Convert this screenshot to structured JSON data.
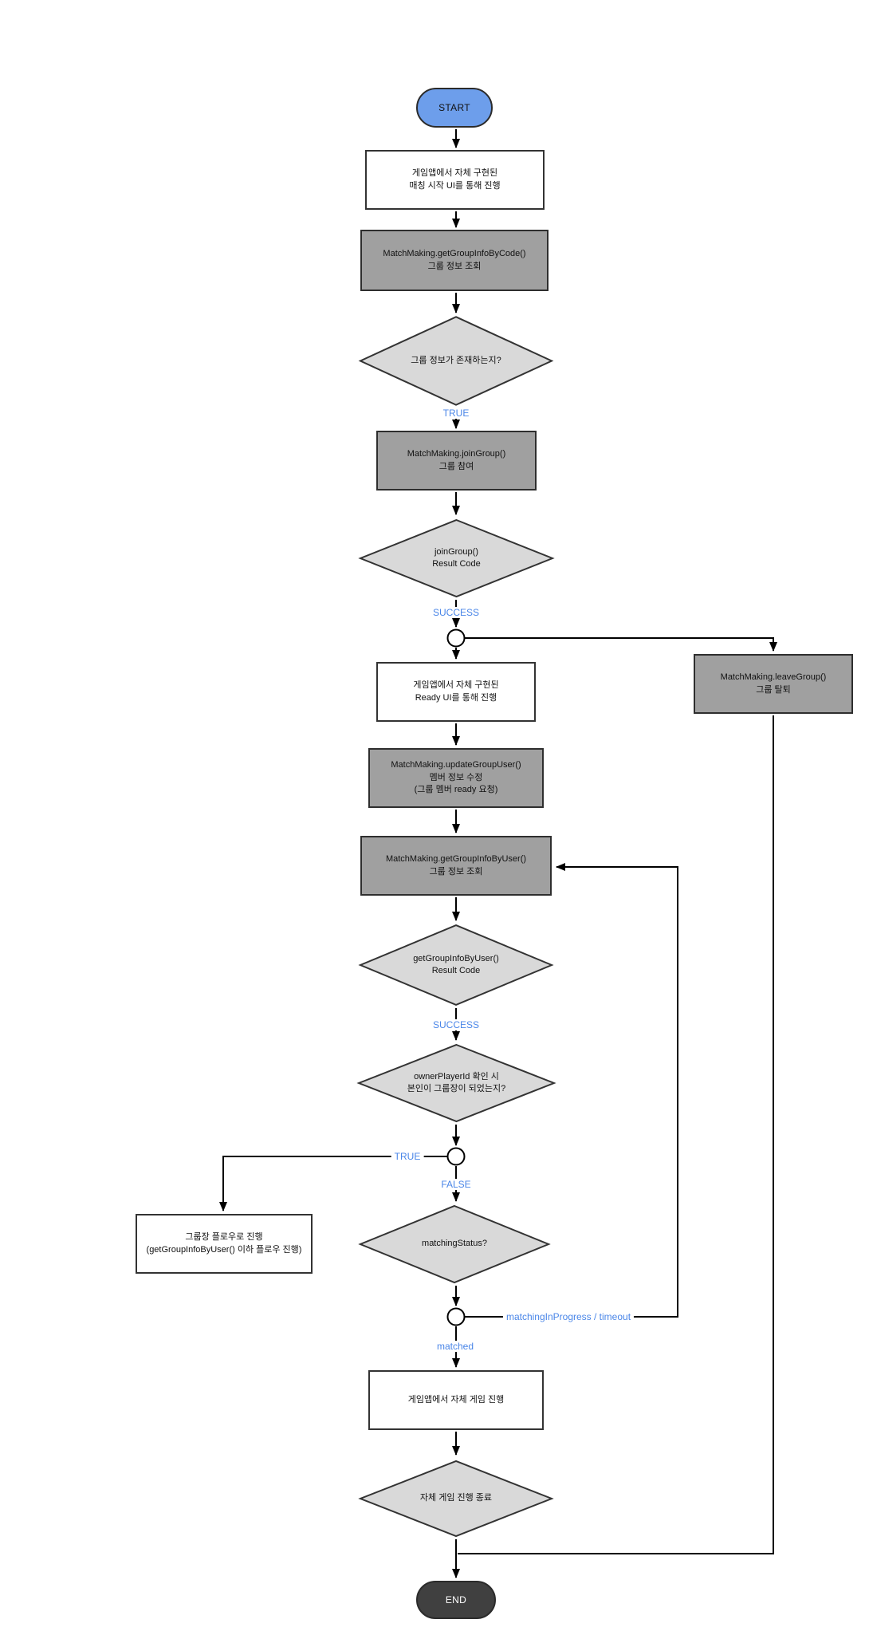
{
  "diagram": {
    "terminals": {
      "start": "START",
      "end": "END"
    },
    "nodes": {
      "matching_start_ui": "게임앱에서 자체 구현된\n매칭 시작 UI를 통해 진행",
      "get_group_info_by_code": "MatchMaking.getGroupInfoByCode()\n그룹 정보 조회",
      "group_info_exists": "그룹 정보가 존재하는지?",
      "join_group": "MatchMaking.joinGroup()\n그룹 참여",
      "join_group_result": "joinGroup()\nResult Code",
      "leave_group": "MatchMaking.leaveGroup()\n그룹 탈퇴",
      "ready_ui": "게임앱에서 자체 구현된\nReady UI를 통해 진행",
      "update_group_user": "MatchMaking.updateGroupUser()\n멤버 정보 수정\n(그룹 멤버 ready 요청)",
      "get_group_info_by_user": "MatchMaking.getGroupInfoByUser()\n그룹 정보 조회",
      "get_group_info_by_user_result": "getGroupInfoByUser()\nResult Code",
      "owner_check": "ownerPlayerId 확인 시\n본인이 그룹장이 되었는지?",
      "leader_flow": "그룹장 플로우로 진행\n(getGroupInfoByUser() 이하 플로우 진행)",
      "matching_status": "matchingStatus?",
      "game_play": "게임앱에서 자체 게임 진행",
      "game_end": "자체 게임 진행 종료"
    },
    "edge_labels": {
      "true_exists": "TRUE",
      "success_join": "SUCCESS",
      "success_info": "SUCCESS",
      "true_owner": "TRUE",
      "false_owner": "FALSE",
      "matching_in_progress": "matchingInProgress / timeout",
      "matched": "matched"
    },
    "colors": {
      "start_fill": "#6d9eeb",
      "end_fill": "#404040",
      "process_fill": "#ffffff",
      "api_fill": "#a0a0a0",
      "decision_fill": "#d9d9d9",
      "edge_label_text": "#4a86e8",
      "line": "#000000"
    }
  }
}
